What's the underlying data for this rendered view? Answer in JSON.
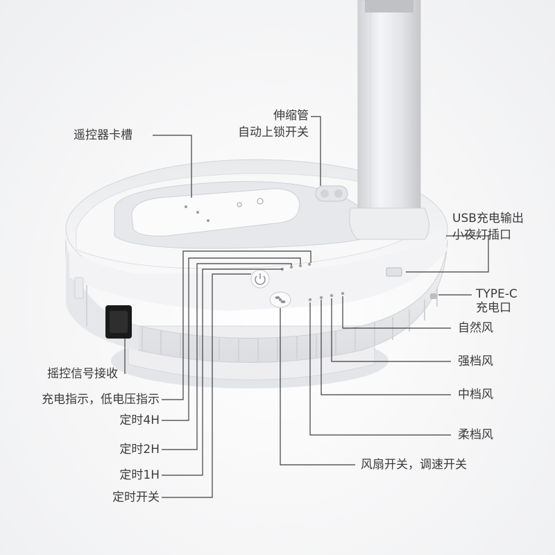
{
  "labels": {
    "remote_slot": "遥控器卡槽",
    "telescopic_lock_1": "伸缩管",
    "telescopic_lock_2": "自动上锁开关",
    "usb_output_1": "USB充电输出",
    "usb_output_2": "小夜灯插口",
    "typec_1": "TYPE-C",
    "typec_2": "充电口",
    "natural_wind": "自然风",
    "strong_wind": "强档风",
    "medium_wind": "中档风",
    "soft_wind": "柔档风",
    "fan_switch": "风扇开关，调速开关",
    "remote_receiver": "摇控信号接收",
    "charge_indicator": "充电指示，低电压指示",
    "timer_4h": "定时4H",
    "timer_2h": "定时2H",
    "timer_1h": "定时1H",
    "timer_switch": "定时开关"
  },
  "colors": {
    "leader_line": "#3c3c3c",
    "body": "#f7f7f7",
    "shadow": "#d9dadd",
    "sensor": "#1a1a1a"
  },
  "icons": {
    "power": "power-icon",
    "fan": "fan-icon"
  }
}
